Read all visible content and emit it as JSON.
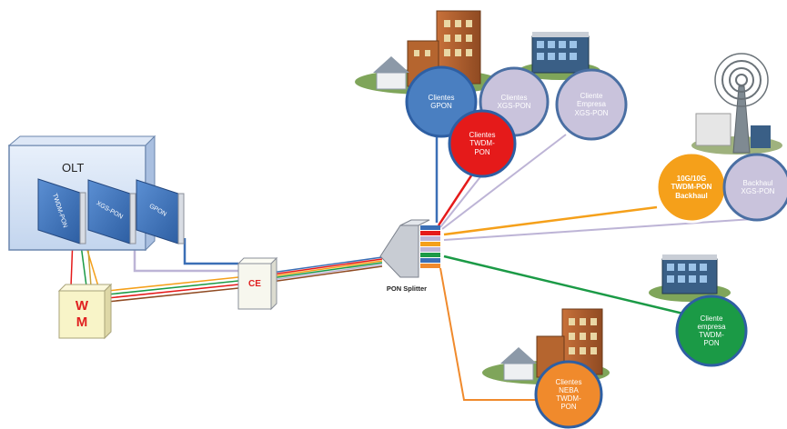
{
  "olt": {
    "title": "OLT",
    "cards": [
      "TWDM-PON",
      "XGS-PON",
      "GPON"
    ]
  },
  "wm": {
    "label": "W\nM"
  },
  "ce": {
    "label": "CE"
  },
  "splitter": {
    "label": "PON Splitter"
  },
  "nodes": {
    "gpon": {
      "label": "Clientes\nGPON",
      "color": "#4a7fc1"
    },
    "xgs": {
      "label": "Clientes\nXGS-PON",
      "color": "#c9c3dc"
    },
    "empresa_xgs": {
      "label": "Cliente\nEmpresa\nXGS-PON",
      "color": "#c9c3dc"
    },
    "twdm": {
      "label": "Clientes\nTWDM-\nPON",
      "color": "#e51a1a"
    },
    "backhaul_twdm": {
      "label": "10G/10G\nTWDM-PON\nBackhaul",
      "color": "#f5a01a"
    },
    "backhaul_xgs": {
      "label": "Backhaul\nXGS-PON",
      "color": "#c9c3dc"
    },
    "empresa_twdm": {
      "label": "Cliente\nempresa\nTWDM-\nPON",
      "color": "#1b9a46"
    },
    "neba": {
      "label": "Clientes\nNEBA\nTWDM-\nPON",
      "color": "#f08a2c"
    }
  },
  "colors": {
    "gpon_line": "#3b6fb6",
    "xgs_line": "#bdb4d6",
    "twdm_red": "#e51a1a",
    "twdm_orange": "#f5a01a",
    "twdm_green": "#1b9a46",
    "neba_line": "#f08a2c"
  }
}
